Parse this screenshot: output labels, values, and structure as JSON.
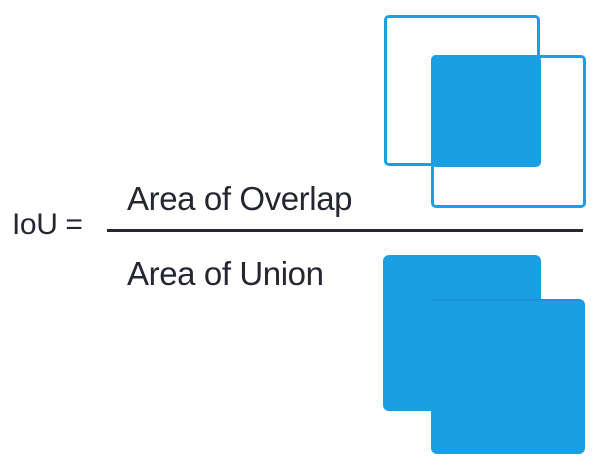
{
  "formula": {
    "lhs": "IoU =",
    "numerator": "Area of Overlap",
    "denominator": "Area of Union"
  },
  "colors": {
    "accent_blue": "#1b9fe3",
    "text_dark": "#242731",
    "background": "#ffffff"
  },
  "diagrams": {
    "intersection": {
      "icon": "intersection-diagram",
      "description": "Two overlapping square box outlines with the intersection region filled solid"
    },
    "union": {
      "icon": "union-diagram",
      "description": "Two overlapping squares fully filled, forming the union silhouette"
    }
  }
}
